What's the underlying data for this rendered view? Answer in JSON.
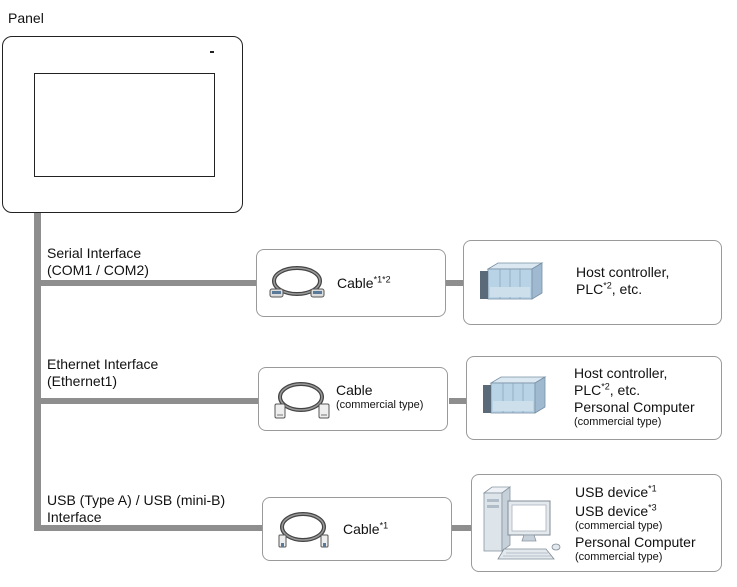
{
  "panel": {
    "title": "Panel"
  },
  "interfaces": [
    {
      "label_line1": "Serial Interface",
      "label_line2": "(COM1 / COM2)",
      "cable_label": "Cable",
      "cable_sup": "*1*2",
      "cable_sub": "",
      "cable_icon": "serial-cable-icon",
      "device_icon": "plc-icon",
      "devices": [
        {
          "text": "Host controller,",
          "sup": "",
          "tail": ""
        },
        {
          "text": "PLC",
          "sup": "*2",
          "tail": ", etc."
        }
      ]
    },
    {
      "label_line1": "Ethernet Interface",
      "label_line2": "(Ethernet1)",
      "cable_label": "Cable",
      "cable_sup": "",
      "cable_sub": "(commercial type)",
      "cable_icon": "ethernet-cable-icon",
      "device_icon": "plc-icon",
      "devices": [
        {
          "text": "Host controller,",
          "sup": "",
          "tail": ""
        },
        {
          "text": "PLC",
          "sup": "*2",
          "tail": ", etc."
        },
        {
          "text": "Personal Computer",
          "sup": "",
          "tail": ""
        },
        {
          "text": "(commercial type)",
          "sup": "",
          "tail": ""
        }
      ]
    },
    {
      "label_line1": "USB (Type A) / USB (mini-B)",
      "label_line2": "Interface",
      "cable_label": "Cable",
      "cable_sup": "*1",
      "cable_sub": "",
      "cable_icon": "usb-cable-icon",
      "device_icon": "personal-computer-icon",
      "devices": [
        {
          "text": "USB device",
          "sup": "*1",
          "tail": ""
        },
        {
          "text": "USB device",
          "sup": "*3",
          "tail": ""
        },
        {
          "text": "(commercial type)",
          "sup": "",
          "tail": ""
        },
        {
          "text": "Personal Computer",
          "sup": "",
          "tail": ""
        },
        {
          "text": "(commercial type)",
          "sup": "",
          "tail": ""
        }
      ]
    }
  ],
  "colors": {
    "connector_line": "#8e8e8e",
    "box_border": "#9a9a9a",
    "panel_border": "#222222",
    "plc_body": "#b9d3e6",
    "plc_dark": "#5a6a78"
  }
}
